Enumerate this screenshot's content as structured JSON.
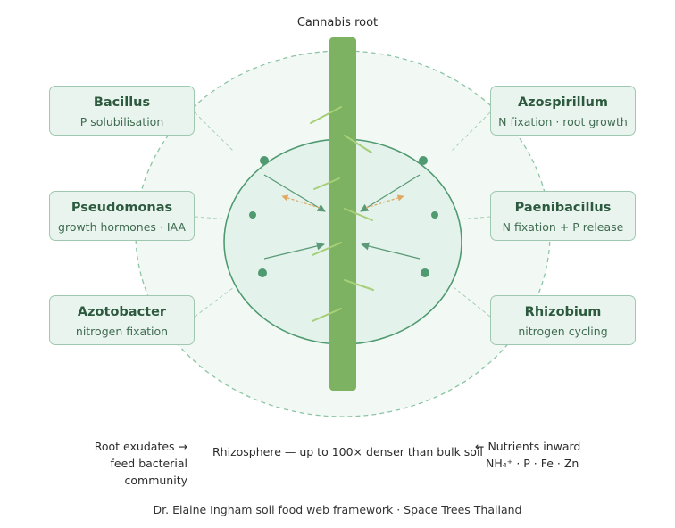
{
  "title": "Cannabis root",
  "bacteria": [
    {
      "name": "Bacillus",
      "role": "P solubilisation"
    },
    {
      "name": "Pseudomonas",
      "role": "growth hormones · IAA"
    },
    {
      "name": "Azotobacter",
      "role": "nitrogen fixation"
    },
    {
      "name": "Azospirillum",
      "role": "N fixation · root growth"
    },
    {
      "name": "Paenibacillus",
      "role": "N fixation + P release"
    },
    {
      "name": "Rhizobium",
      "role": "nitrogen cycling"
    }
  ],
  "notes": {
    "left_line1": "Root exudates →",
    "left_line2": "feed bacterial community",
    "center": "Rhizosphere — up to 100× denser than bulk soil",
    "right_line1": "← Nutrients inward",
    "right_line2": "NH₄⁺ · P · Fe · Zn"
  },
  "footer": "Dr. Elaine Ingham soil food web framework · Space Trees Thailand",
  "colors": {
    "root": "#7cb262",
    "accent": "#5a9a78",
    "card_fill": "#e9f4ee",
    "card_border": "#9ec8b0",
    "exudate_arrow": "#e0a860"
  }
}
